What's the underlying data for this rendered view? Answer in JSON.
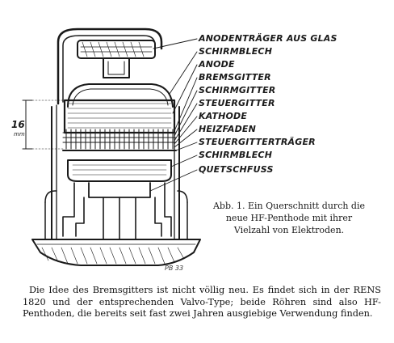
{
  "figure": {
    "labels": [
      "ANODENTRÄGER AUS GLAS",
      "SCHIRMBLECH",
      "ANODE",
      "BREMSGITTER",
      "SCHIRMGITTER",
      "STEUERGITTER",
      "KATHODE",
      "HEIZFADEN",
      "STEUERGITTERTRÄGER",
      "SCHIRMBLECH",
      "QUETSCHFUSS"
    ],
    "dimension_value": "16",
    "dimension_unit": "mm",
    "signature": "PB 33"
  },
  "caption": "Abb. 1. Ein Querschnitt durch die neue HF-Penthode mit ihrer Vielzahl von Elektroden.",
  "paragraph": "Die Idee des Bremsgitters ist nicht völlig neu. Es findet sich in der RENS 1820 und der entsprechenden Valvo-Type; beide Röhren sind also HF-Penthoden, die bereits seit fast zwei Jahren ausgiebige Verwendung finden."
}
